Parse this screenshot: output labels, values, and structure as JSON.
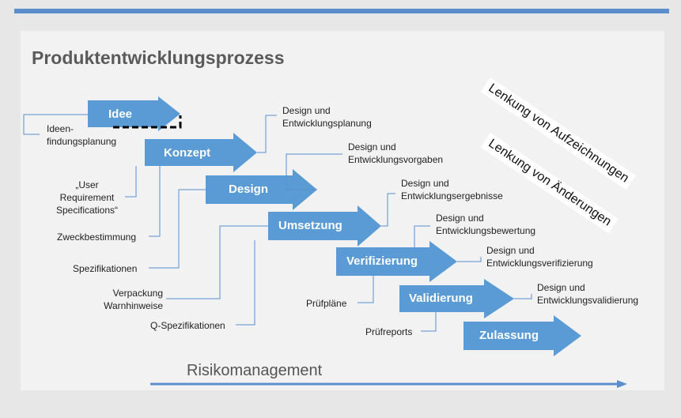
{
  "title": "Produktentwicklungsprozess",
  "colors": {
    "accent": "#5b8fcc",
    "arrow": "#5b9bd5",
    "line": "#5b8fcc"
  },
  "phases": {
    "idee": "Idee",
    "konzept": "Konzept",
    "design": "Design",
    "umsetzung": "Umsetzung",
    "verifizierung": "Verifizierung",
    "validierung": "Validierung",
    "zulassung": "Zulassung"
  },
  "inputs": {
    "ideenfindung_1": "Ideen-",
    "ideenfindung_2": "findungsplanung",
    "user_req_1": "„User",
    "user_req_2": "Requirement",
    "user_req_3": "Specifications“",
    "zweck": "Zweckbestimmung",
    "spezifikationen": "Spezifikationen",
    "verpackung_1": "Verpackung",
    "verpackung_2": "Warnhinweise",
    "q_spez": "Q-Spezifikationen",
    "pruefplaene": "Prüfpläne",
    "pruefreports": "Prüfreports"
  },
  "outputs": {
    "planung_1": "Design und",
    "planung_2": "Entwicklungsplanung",
    "vorgaben_1": "Design und",
    "vorgaben_2": "Entwicklungsvorgaben",
    "ergebnisse_1": "Design und",
    "ergebnisse_2": "Entwicklungsergebnisse",
    "bewertung_1": "Design und",
    "bewertung_2": "Entwicklungsbewertung",
    "verifizierung_1": "Design und",
    "verifizierung_2": "Entwicklungsverifizierung",
    "validierung_1": "Design und",
    "validierung_2": "Entwicklungsvalidierung"
  },
  "notes": {
    "aufzeichnungen": "Lenkung von Aufzeichnungen",
    "aenderungen": "Lenkung von Änderungen"
  },
  "risk": "Risikomanagement"
}
